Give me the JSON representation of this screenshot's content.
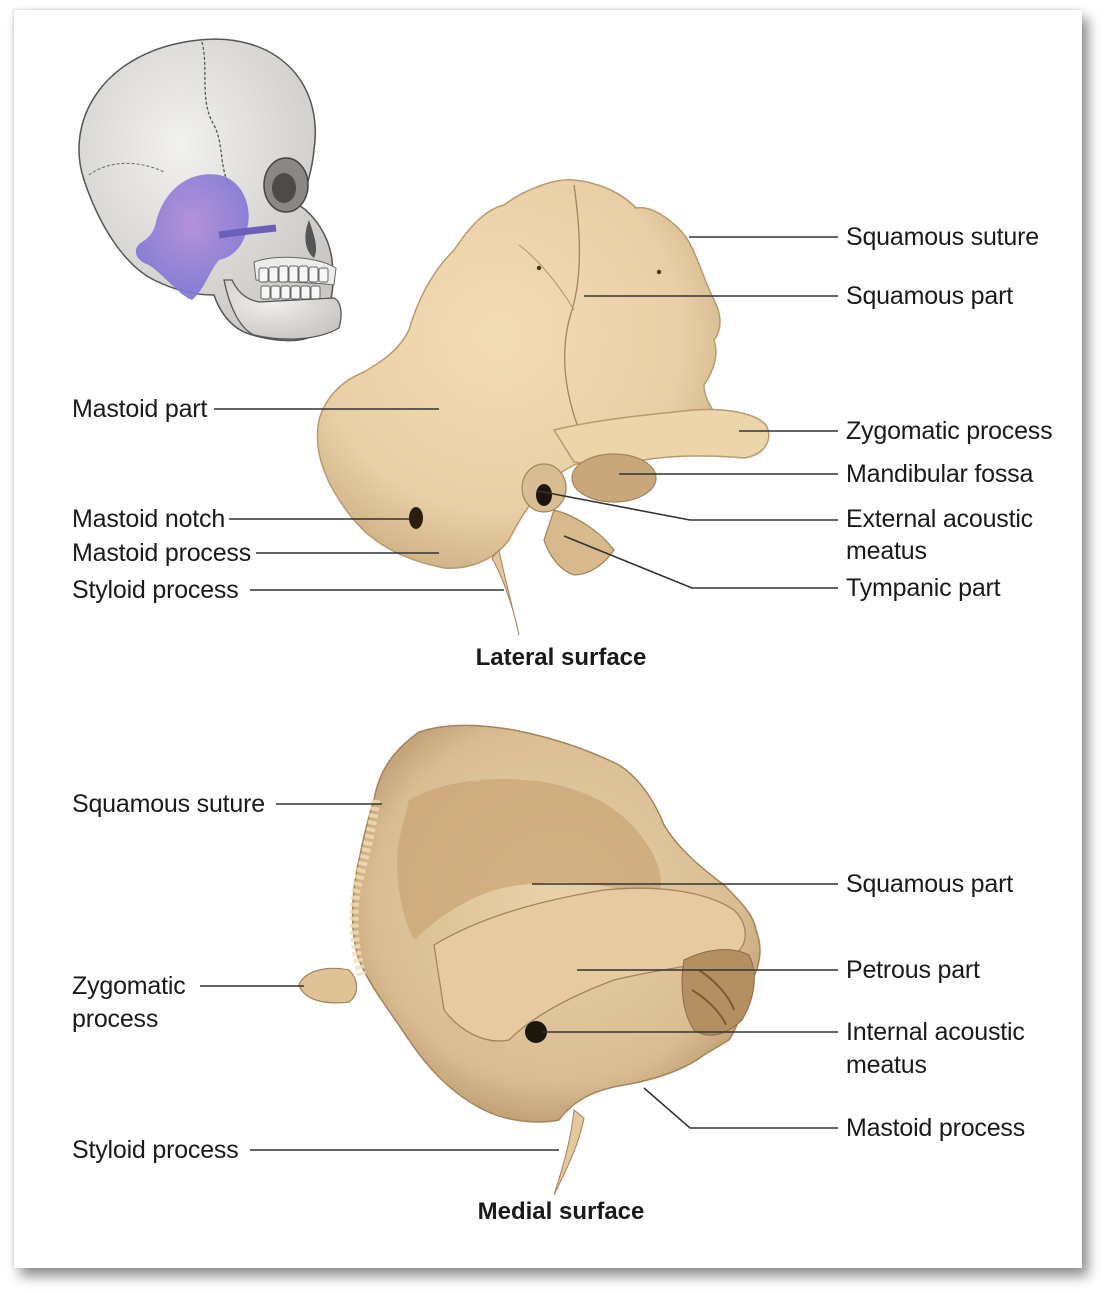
{
  "colors": {
    "bone": "#e8cfa6",
    "bone_shadow": "#b8956a",
    "bone_dark": "#8c6a46",
    "skull": "#e3e1df",
    "temporal_highlight": "#8f7fd6",
    "leader_line": "#333333"
  },
  "lateral": {
    "caption": "Lateral surface",
    "labels": {
      "squamous_suture": "Squamous suture",
      "squamous_part": "Squamous part",
      "mastoid_part": "Mastoid part",
      "zygomatic_process": "Zygomatic process",
      "mandibular_fossa": "Mandibular fossa",
      "mastoid_notch": "Mastoid notch",
      "external_acoustic_meatus_1": "External acoustic",
      "external_acoustic_meatus_2": "meatus",
      "mastoid_process": "Mastoid process",
      "styloid_process": "Styloid process",
      "tympanic_part": "Tympanic part"
    }
  },
  "medial": {
    "caption": "Medial surface",
    "labels": {
      "squamous_suture": "Squamous suture",
      "squamous_part": "Squamous part",
      "zygomatic_process_1": "Zygomatic",
      "zygomatic_process_2": "process",
      "petrous_part": "Petrous part",
      "internal_acoustic_meatus_1": "Internal acoustic",
      "internal_acoustic_meatus_2": "meatus",
      "mastoid_process": "Mastoid process",
      "styloid_process": "Styloid process"
    }
  }
}
